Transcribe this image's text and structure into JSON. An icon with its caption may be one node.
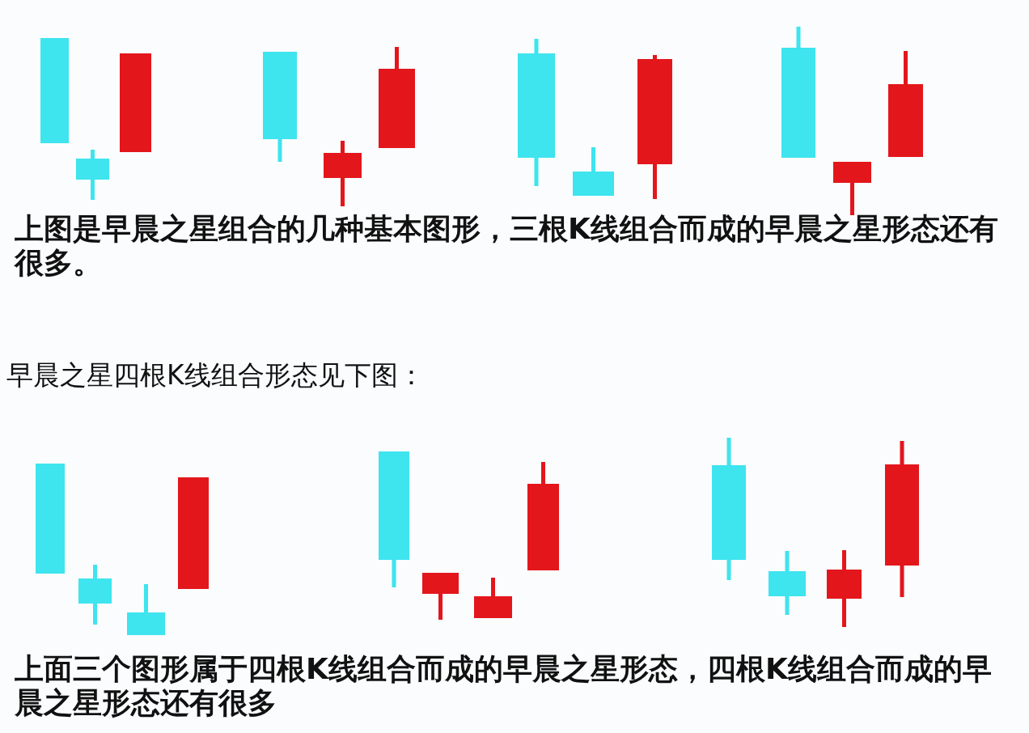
{
  "diagram": {
    "labels": [
      "上图是早晨之星组合的几种基本图形，三根K线组合而成的早晨之星形态还有很多。",
      "早晨之星四根K线组合形态见下图：",
      "上面三个图形属于四根K线组合而成的早晨之星形态，四根K线组合而成的早晨之星形态还有很多"
    ]
  }
}
